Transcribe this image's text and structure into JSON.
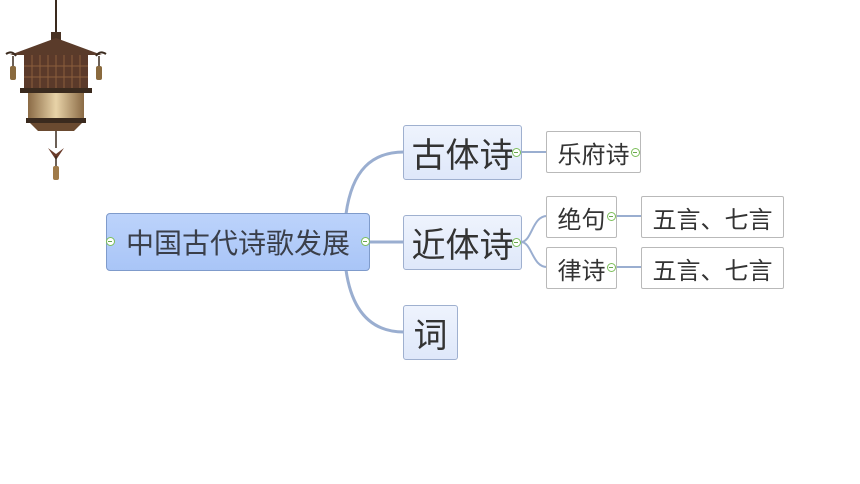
{
  "diagram": {
    "root": "中国古代诗歌发展",
    "branches": [
      {
        "label": "古体诗",
        "children": [
          {
            "label": "乐府诗"
          }
        ]
      },
      {
        "label": "近体诗",
        "children": [
          {
            "label": "绝句",
            "detail": "五言、七言"
          },
          {
            "label": "律诗",
            "detail": "五言、七言"
          }
        ]
      },
      {
        "label": "词"
      }
    ]
  },
  "colors": {
    "connector": "#9aaed0",
    "root_fill": "#b2cbf9",
    "topic_fill": "#e6edfb",
    "collapse_dot": "#7cbf5a"
  },
  "decoration": {
    "icon": "hanging-lantern-icon"
  }
}
